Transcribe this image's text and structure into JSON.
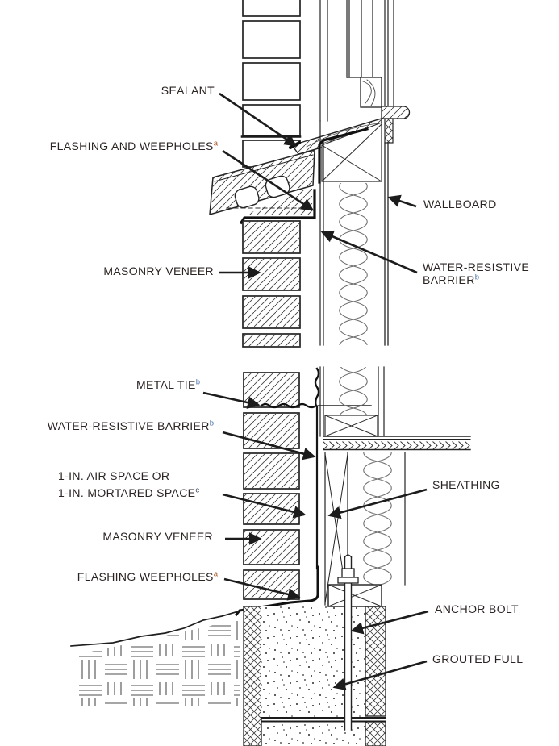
{
  "page": {
    "background": "#ffffff"
  },
  "palette": {
    "line_color": "#232323",
    "label_text_color": "#2b2423",
    "footnote_a_color": "#a65a28",
    "footnote_b_color": "#4f74a8",
    "footnote_c_color": "#3c4a63"
  },
  "top_detail": {
    "labels": {
      "sealant": {
        "text": "SEALANT"
      },
      "flashing_and_weepholes": {
        "text": "FLASHING AND WEEPHOLES",
        "sup": "a"
      },
      "masonry_veneer": {
        "text": "MASONRY VENEER"
      },
      "wallboard": {
        "text": "WALLBOARD"
      },
      "water_resistive_barrier": {
        "line1": "WATER-RESISTIVE",
        "line2": "BARRIER",
        "sup": "b"
      }
    }
  },
  "bottom_detail": {
    "labels": {
      "metal_tie": {
        "text": "METAL TIE",
        "sup": "b"
      },
      "water_resistive_barrier": {
        "text": "WATER-RESISTIVE BARRIER",
        "sup": "b"
      },
      "air_space": {
        "line1": "1-IN. AIR SPACE OR",
        "line2": "1-IN. MORTARED SPACE",
        "sup": "c"
      },
      "masonry_veneer": {
        "text": "MASONRY VENEER"
      },
      "flashing_weepholes": {
        "text": "FLASHING WEEPHOLES",
        "sup": "a"
      },
      "sheathing": {
        "text": "SHEATHING"
      },
      "anchor_bolt": {
        "text": "ANCHOR BOLT"
      },
      "grouted_full": {
        "text": "GROUTED FULL"
      }
    }
  }
}
